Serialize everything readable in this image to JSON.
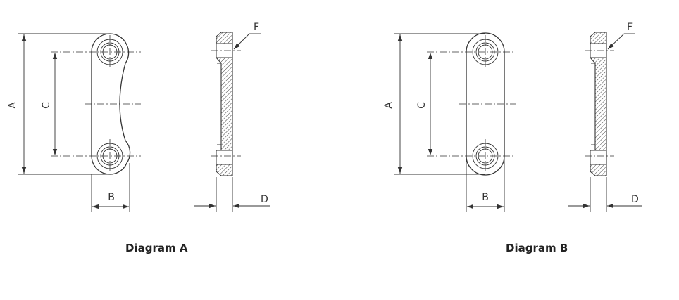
{
  "diagrams": [
    {
      "caption": "Diagram A",
      "shape": "curved",
      "labels": {
        "a": "A",
        "b": "B",
        "c": "C",
        "d": "D",
        "f": "F"
      }
    },
    {
      "caption": "Diagram B",
      "shape": "straight",
      "labels": {
        "a": "A",
        "b": "B",
        "c": "C",
        "d": "D",
        "f": "F"
      }
    }
  ],
  "colors": {
    "line": "#333333",
    "text": "#222222",
    "background": "#ffffff"
  }
}
